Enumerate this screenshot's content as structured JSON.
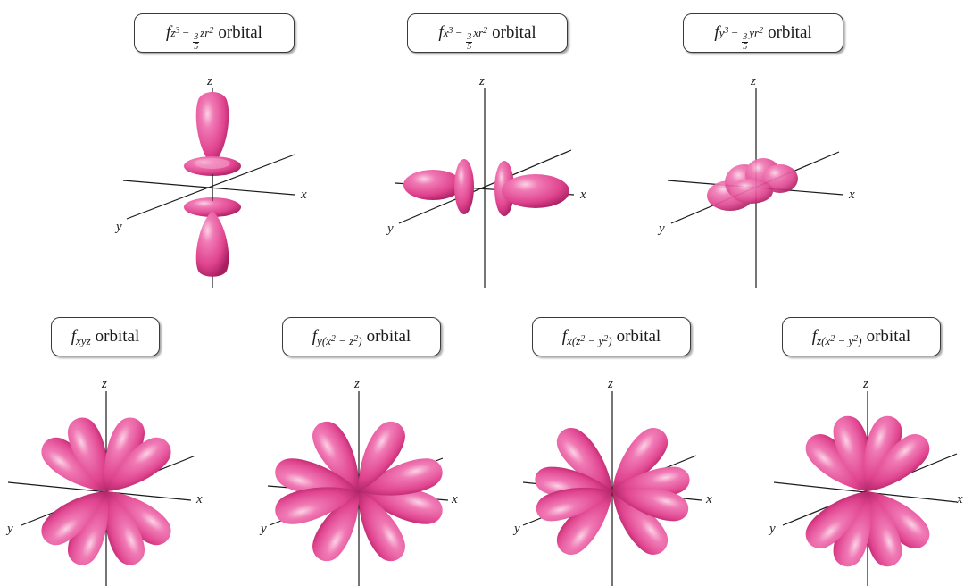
{
  "orbitals": [
    {
      "id": "fz3",
      "fn": "f",
      "sub_pre": "z",
      "sub_pre_sup": "3",
      "sub_mid": "−",
      "frac_num": "3",
      "frac_den": "5",
      "sub_post": "zr",
      "sub_post_sup": "2",
      "word": "orbital"
    },
    {
      "id": "fx3",
      "fn": "f",
      "sub_pre": "x",
      "sub_pre_sup": "3",
      "sub_mid": "−",
      "frac_num": "3",
      "frac_den": "5",
      "sub_post": "xr",
      "sub_post_sup": "2",
      "word": "orbital"
    },
    {
      "id": "fy3",
      "fn": "f",
      "sub_pre": "y",
      "sub_pre_sup": "3",
      "sub_mid": "−",
      "frac_num": "3",
      "frac_den": "5",
      "sub_post": "yr",
      "sub_post_sup": "2",
      "word": "orbital"
    },
    {
      "id": "fxyz",
      "fn": "f",
      "sub": "xyz",
      "word": "orbital"
    },
    {
      "id": "fyx2z2",
      "fn": "f",
      "sub_a": "y(x",
      "sup_a": "2",
      "sub_b": " − z",
      "sup_b": "2",
      "sub_c": ")",
      "word": "orbital"
    },
    {
      "id": "fxz2y2",
      "fn": "f",
      "sub_a": "x(z",
      "sup_a": "2",
      "sub_b": " − y",
      "sup_b": "2",
      "sub_c": ")",
      "word": "orbital"
    },
    {
      "id": "fzx2y2",
      "fn": "f",
      "sub_a": "z(x",
      "sup_a": "2",
      "sub_b": " − y",
      "sup_b": "2",
      "sub_c": ")",
      "word": "orbital"
    }
  ],
  "axes": {
    "x": "x",
    "y": "y",
    "z": "z"
  },
  "colors": {
    "lobe": "#e0448f",
    "lobe_light": "#f7a6cf",
    "lobe_dark": "#b8276c",
    "axis": "#1a1a1a"
  }
}
